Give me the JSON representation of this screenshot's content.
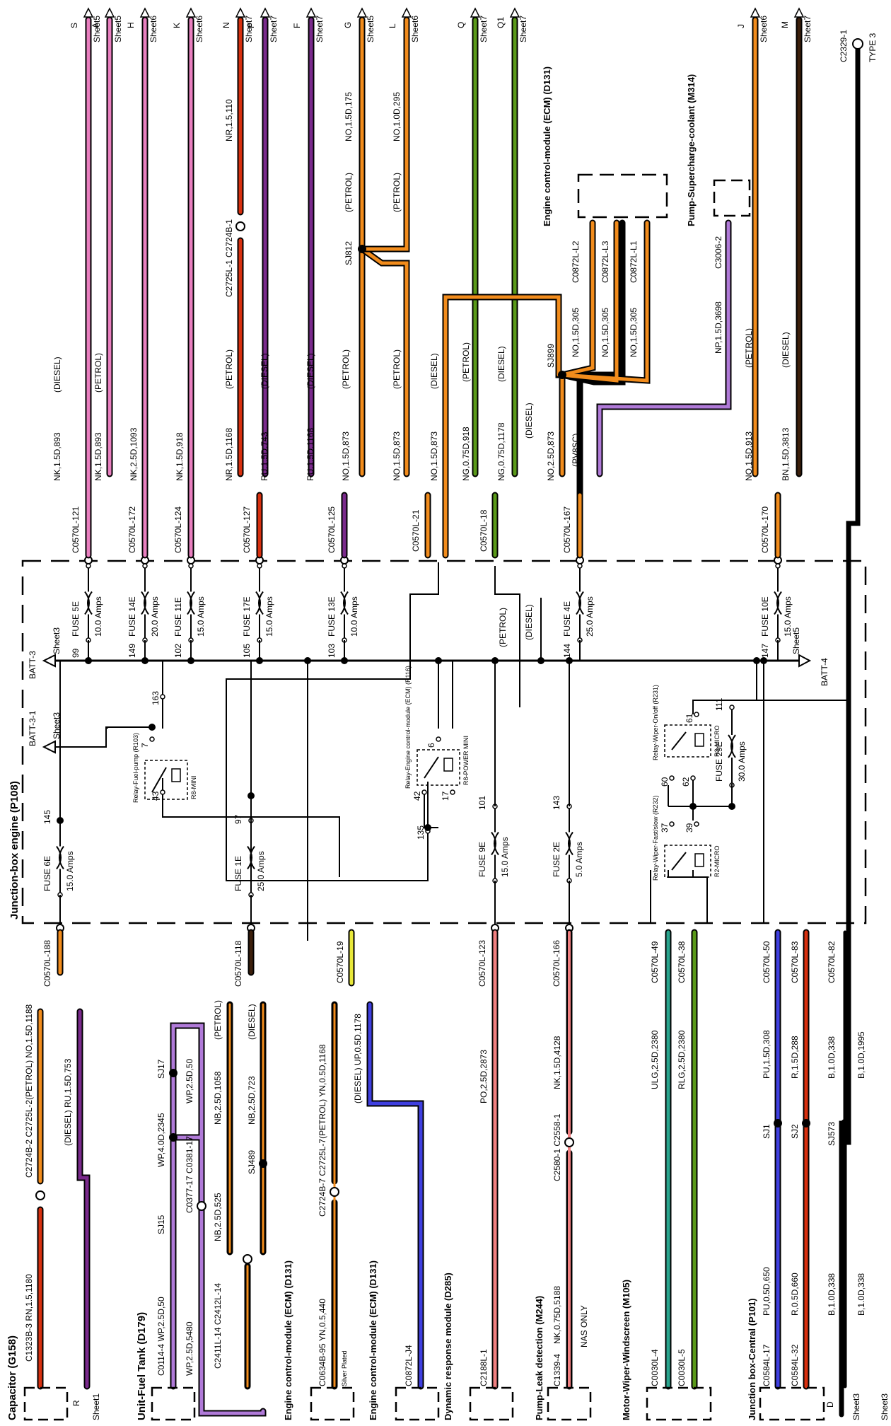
{
  "colors": {
    "orange": "#f28c1c",
    "pink": "#e97fbf",
    "red": "#d8300f",
    "purple": "#7a2a8c",
    "green": "#5a9a19",
    "brown": "#3c1f0b",
    "lilac": "#b07ad8",
    "black": "#000000",
    "yellow": "#e8e83a",
    "salmon": "#f07f80",
    "teal": "#2aa58e",
    "blue": "#3f3fe0"
  },
  "diagram": {
    "main_title": "Junction-box engine (P108)",
    "batt": [
      "BATT-3",
      "Sheet3",
      "BATT-3-1",
      "Sheet3",
      "BATT-4",
      "Sheet5"
    ],
    "fuses_top": [
      {
        "name": "FUSE 5E",
        "amps": "10.0 Amps",
        "pin": "99",
        "conn": "C0570L-121"
      },
      {
        "name": "FUSE 14E",
        "amps": "20.0 Amps",
        "pin": "149",
        "conn": "C0570L-172"
      },
      {
        "name": "FUSE 11E",
        "amps": "15.0 Amps",
        "pin": "102",
        "conn": "C0570L-124"
      },
      {
        "name": "FUSE 17E",
        "amps": "15.0 Amps",
        "pin": "105",
        "conn": "C0570L-127"
      },
      {
        "name": "FUSE 13E",
        "amps": "10.0 Amps",
        "pin": "103",
        "conn": "C0570L-125"
      },
      {
        "name": "FUSE 4E",
        "amps": "25.0 Amps",
        "pin": "144",
        "conn": "C0570L-167"
      },
      {
        "name": "FUSE 10E",
        "amps": "15.0 Amps",
        "pin": "147",
        "conn": "C0570L-170"
      }
    ],
    "fuses_bottom": [
      {
        "name": "FUSE 6E",
        "amps": "15.0 Amps",
        "pin": "145",
        "conn": "C0570L-188"
      },
      {
        "name": "FUSE 1E",
        "amps": "25.0 Amps",
        "pin": "97",
        "conn": "C0570L-118"
      },
      {
        "name": "FUSE 9E",
        "amps": "15.0 Amps",
        "pin": "101",
        "conn": "C0570L-123"
      },
      {
        "name": "FUSE 2E",
        "amps": "5.0 Amps",
        "pin": "143",
        "conn": "C0570L-166"
      },
      {
        "name": "FUSE 29E",
        "amps": "30.0 Amps",
        "pin": "111",
        "conn": ""
      }
    ],
    "relays": [
      {
        "name": "Relay-Fuel-pump (R103)",
        "type": "R8-MINI",
        "pins": [
          "163",
          "7",
          "43"
        ]
      },
      {
        "name": "Relay-Engine control-module (ECM) (R116)",
        "type": "R8-POWER MINI",
        "pins": [
          "6",
          "42",
          "17",
          "135"
        ]
      },
      {
        "name": "Relay-Wiper-On/off (R231)",
        "type": "R3-MICRO",
        "pins": [
          "61",
          "60",
          "62"
        ]
      },
      {
        "name": "Relay-Wiper-Fast/slow (R232)",
        "type": "R2-MICRO",
        "pins": [
          "37",
          "39"
        ]
      }
    ],
    "top_wires": [
      {
        "label": "NK,1.5D,893",
        "variant": "(DIESEL)",
        "dest": "S",
        "sheet": "Sheet5"
      },
      {
        "label": "NK,1.5D,893",
        "variant": "(PETROL)",
        "dest": "A",
        "sheet": "Sheet5"
      },
      {
        "label": "NK,2.5D,1093",
        "variant": "",
        "dest": "H",
        "sheet": "Sheet6"
      },
      {
        "label": "NK,1.5D,918",
        "variant": "",
        "dest": "K",
        "sheet": "Sheet6"
      },
      {
        "label": "NR,1.5D,1168",
        "variant": "(PETROL)",
        "dest": "N",
        "sheet": "Sheet7"
      },
      {
        "label": "RU,1.5D,743",
        "variant": "(DIESEL)",
        "dest": "P",
        "sheet": "Sheet7"
      },
      {
        "label": "RU,1.5D,1168",
        "variant": "(DIESEL)",
        "dest": "F",
        "sheet": "Sheet7"
      },
      {
        "label": "NO,1.5D,873",
        "variant": "(PETROL)",
        "dest": "G",
        "sheet": "Sheet5"
      },
      {
        "label": "NO,1.5D,873",
        "variant": "(PETROL)",
        "dest": "L",
        "sheet": "Sheet6"
      },
      {
        "label": "NO,1.5D,873",
        "variant": "(DIESEL)",
        "dest": "",
        "sheet": ""
      },
      {
        "label": "NG,0.75D,918",
        "variant": "(PETROL)",
        "dest": "Q",
        "sheet": "Sheet7"
      },
      {
        "label": "NG,0.75D,1178",
        "variant": "(DIESEL)",
        "dest": "Q1",
        "sheet": "Sheet7"
      },
      {
        "label": "NO,2.5D,873",
        "variant": "(DIESEL)",
        "dest": "",
        "sheet": ""
      },
      {
        "label": "NO,1.5D,913",
        "variant": "(PETROL)",
        "dest": "J",
        "sheet": "Sheet6"
      },
      {
        "label": "BN,1.5D,3813",
        "variant": "(DIESEL)",
        "dest": "M",
        "sheet": "Sheet7"
      }
    ],
    "top_extra": {
      "nr_top": "NR,1.5,110",
      "c2725": "C2725L-1  C2724B-1",
      "sj812": "SJ812",
      "petrol1": "(PETROL)",
      "petrol2": "(PETROL)",
      "no175": "NO,1.5D,175",
      "no295": "NO,1.0D,295",
      "sj899": "SJ899",
      "pv8sc": "(PV8SC)",
      "no305a": "NO,1.5D,305",
      "no305b": "NO,1.5D,305",
      "no305c": "NO,1.5D,305",
      "c0872a": "C0872L-L2",
      "c0872b": "C0872L-L3",
      "c0872c": "C0872L-L1",
      "np3698": "NP,1.5D,3698",
      "c3006": "C3006-2",
      "ecm_top": "Engine control-module (ECM) (D131)",
      "pump_top": "Pump-Supercharge-coolant (M314)",
      "c2329": "C2329-1",
      "type3": "TYPE 3",
      "conn21": "C0570L-21",
      "conn18": "C0570L-18",
      "petrol_mid": "(PETROL)",
      "diesel_mid": "(DIESEL)"
    },
    "bottom": {
      "capacitor": "Capacitor (G158)",
      "c1323": "C1323B-3  RN,1.5,1180",
      "c2724": "C2724B-2  C2725L-2(PETROL)  NO,1.5D,1188",
      "ru753": "(DIESEL)  RU,1.5D,753",
      "r_label": "R",
      "sheet1": "Sheet1",
      "fuel_tank": "Unit-Fuel Tank (D179)",
      "c0114": "C0114-4  WP,2.5D,50",
      "sj15": "SJ15",
      "wp2345": "WP,4.0D,2345",
      "sj17": "SJ17",
      "wp5480": "WP,2.5D,5480",
      "c0377": "C0377-17  C0381-17",
      "wp50": "WP,2.5D,50",
      "c2411": "C2411L-14  C2412L-14",
      "nb525": "NB,2.5D,525",
      "sj489": "SJ489",
      "nb1058": "NB,2.5D,1058",
      "nb723": "NB,2.5D,723",
      "petrol_b": "(PETROL)",
      "diesel_b": "(DIESEL)",
      "ecm_a": "Engine control-module (ECM) (D131)",
      "c0634": "C0634B-95  YN,0.5,440",
      "silver": "Silver Plated",
      "c2725b": "C2724B-7  C2725L-7(PETROL)  YN,0.5D,1168",
      "up1178": "(DIESEL)  UP,0.5D,1178",
      "c0570_19": "C0570L-19",
      "ecm_b": "Engine control-module (ECM) (D131)",
      "c0872j4": "C0872L-J4",
      "dyn": "Dynamic response module (D285)",
      "c2188": "C2188L-1",
      "po2873": "PO,2.5D,2873",
      "pump_leak": "Pump-Leak detection (M244)",
      "c1339": "C1339-4",
      "nk5188": "NK,0.75D,5188",
      "nas": "NAS ONLY",
      "c2580": "C2580-1  C2558-1",
      "nk4128": "NK,1.5D,4128",
      "wiper": "Motor-Wiper-Windscreen (M105)",
      "c0030_4": "C0030L-4",
      "c0030_5": "C0030L-5",
      "ulg": "ULG,2.5D,2380",
      "rlg": "RLG,2.5D,2380",
      "c0570_49": "C0570L-49",
      "c0570_38": "C0570L-38",
      "jbc": "Junction box-Central (P101)",
      "c0584_17": "C0584L-17",
      "c0584_32": "C0584L-32",
      "pu650": "PU,0.5D,650",
      "r660": "R,0.5D,660",
      "sj1": "SJ1",
      "sj2": "SJ2",
      "sj573": "SJ573",
      "pu308": "PU,1.5D,308",
      "r288": "R,1.5D,288",
      "b338a": "B,1.0D,338",
      "b338b": "B,1.0D,338",
      "b338c": "B,1.0D,338",
      "b1995": "B,1.0D,1995",
      "c0570_50": "C0570L-50",
      "c0570_83": "C0570L-83",
      "c0570_82": "C0570L-82",
      "d_label": "D",
      "sheet3a": "Sheet3",
      "sheet3b": "Sheet3"
    }
  }
}
